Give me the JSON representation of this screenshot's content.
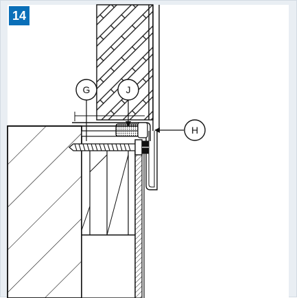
{
  "figure": {
    "step_number": "14",
    "callouts": {
      "g": "G",
      "j": "J",
      "h": "H"
    }
  },
  "colors": {
    "badge": "#0a6fb8",
    "background": "#e9eef3",
    "line": "#111111",
    "panel": "#ffffff"
  }
}
